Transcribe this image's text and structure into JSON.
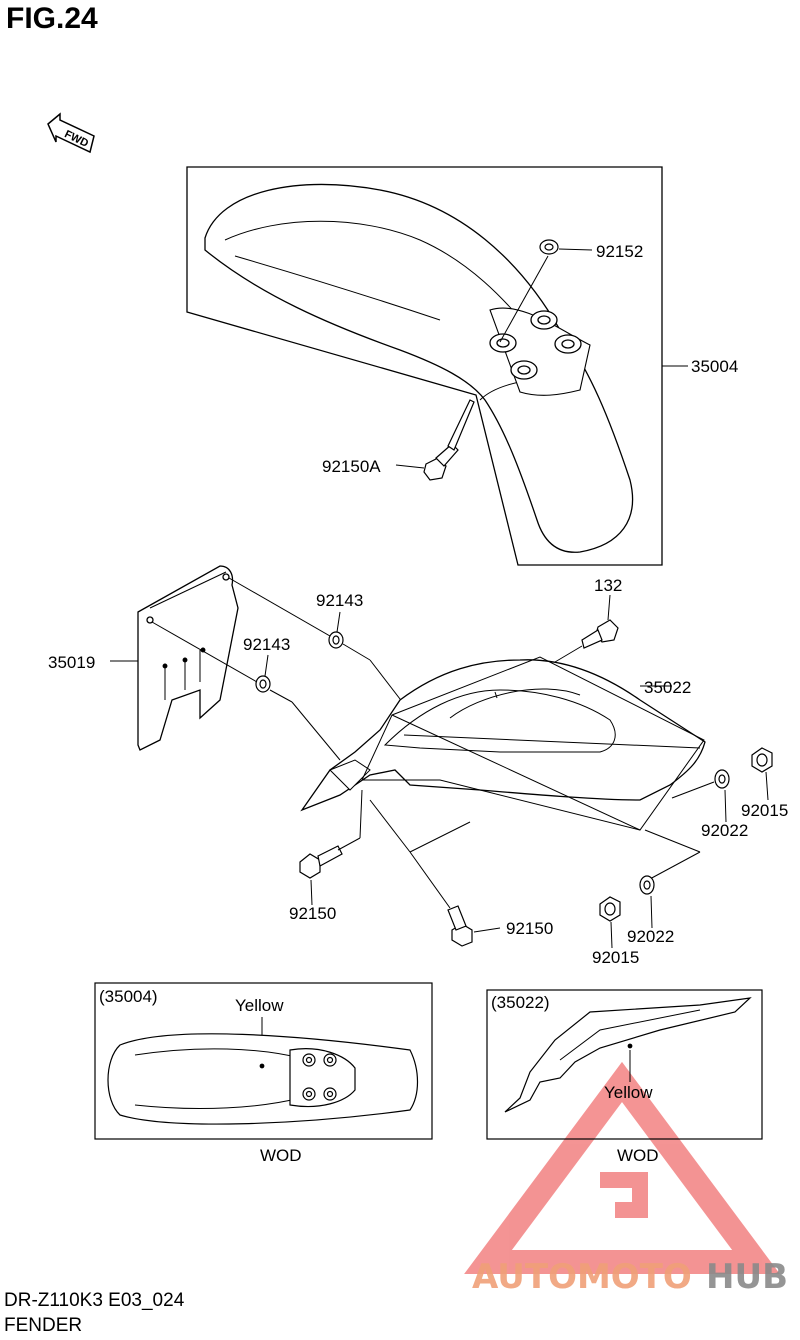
{
  "figure": {
    "title": "FIG.24",
    "model_code": "DR-Z110K3 E03_024",
    "caption": "FENDER"
  },
  "fwd_label": "FWD",
  "callouts": {
    "p92152": "92152",
    "p35004": "35004",
    "p92150A": "92150A",
    "p132": "132",
    "p92143_a": "92143",
    "p92143_b": "92143",
    "p35019": "35019",
    "p35022": "35022",
    "p92015_a": "92015",
    "p92022_a": "92022",
    "p92150_a": "92150",
    "p92150_b": "92150",
    "p92022_b": "92022",
    "p92015_b": "92015"
  },
  "inset_front": {
    "part_ref": "(35004)",
    "color_note": "Yellow",
    "caption": "WOD"
  },
  "inset_rear": {
    "part_ref": "(35022)",
    "color_note": "Yellow",
    "caption": "WOD"
  },
  "watermark": {
    "text_part1": "AUTOMOTO",
    "text_part2": "HUB",
    "color_part1": "#f0a078",
    "color_part2": "#8a8a8a",
    "logo_color": "#f07070"
  }
}
